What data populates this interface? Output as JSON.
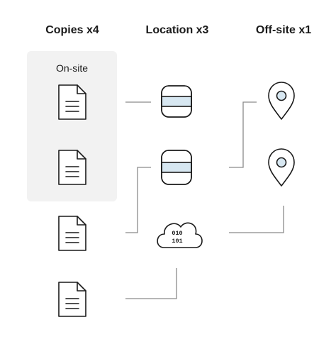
{
  "headers": {
    "copies": "Copies x4",
    "location": "Location x3",
    "offsite": "Off-site x1"
  },
  "onsite_label": "On-site",
  "cloud_text": {
    "line1": "010",
    "line2": "101"
  },
  "colors": {
    "stroke": "#1a1a1a",
    "connector": "#8a8a8a",
    "db_band": "#d7e7f1",
    "panel": "#f2f2f2"
  },
  "icons": {
    "documents": [
      "document-icon",
      "document-icon",
      "document-icon",
      "document-icon"
    ],
    "locations": [
      "database-icon",
      "database-icon",
      "cloud-icon"
    ],
    "offsite": [
      "map-pin-icon",
      "map-pin-icon"
    ]
  }
}
